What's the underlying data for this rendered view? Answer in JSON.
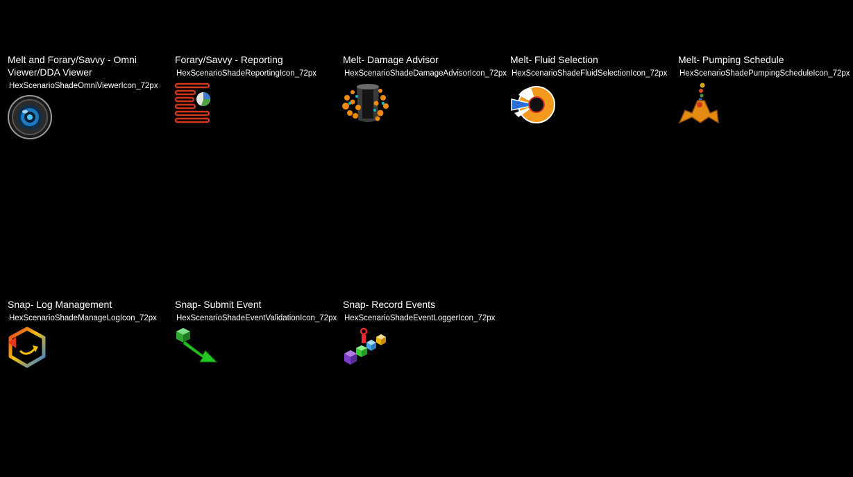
{
  "tiles": [
    {
      "title": "Melt and Forary/Savvy - Omni Viewer/DDA Viewer",
      "subtitle": "HexScenarioShadeOmniViewerIcon_72px",
      "icon": "camera-lens-icon"
    },
    {
      "title": "Forary/Savvy - Reporting",
      "subtitle": "HexScenarioShadeReportingIcon_72px",
      "icon": "report-chart-icon"
    },
    {
      "title": "Melt- Damage Advisor",
      "subtitle": "HexScenarioShadeDamageAdvisorIcon_72px",
      "icon": "damage-cylinder-icon"
    },
    {
      "title": "Melt- Fluid Selection",
      "subtitle": "HexScenarioShadeFluidSelectionIcon_72px",
      "icon": "fluid-gauge-icon"
    },
    {
      "title": "Melt- Pumping Schedule",
      "subtitle": "HexScenarioShadePumpingScheduleIcon_72px",
      "icon": "pumping-arrows-icon"
    },
    {
      "title": "Snap- Log Management",
      "subtitle": "HexScenarioShadeManageLogIcon_72px",
      "icon": "hexagon-refresh-icon"
    },
    {
      "title": "Snap- Submit Event",
      "subtitle": "HexScenarioShadeEventValidationIcon_72px",
      "icon": "cube-arrow-icon"
    },
    {
      "title": "Snap- Record Events",
      "subtitle": "HexScenarioShadeEventLoggerIcon_72px",
      "icon": "cubes-chain-icon"
    }
  ]
}
